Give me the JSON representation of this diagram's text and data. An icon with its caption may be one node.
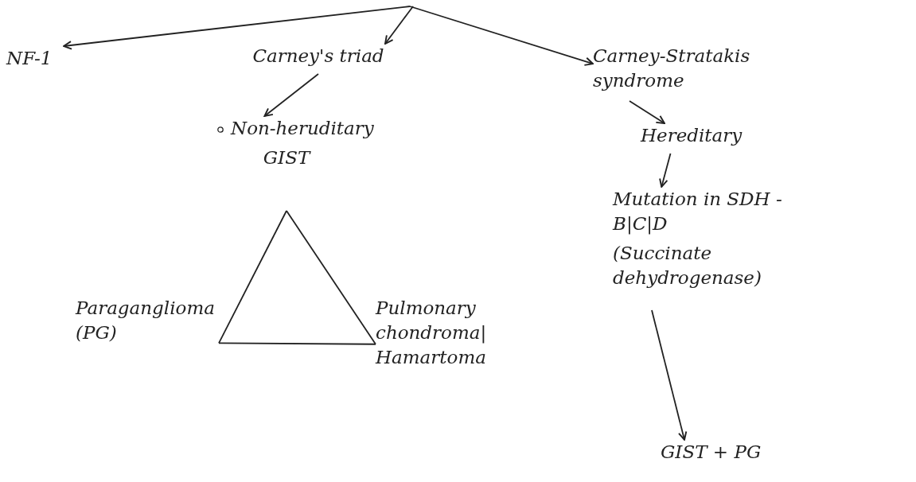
{
  "diagram": {
    "nodes": [
      {
        "text": [
          "NF-1"
        ]
      },
      {
        "text": [
          "Carney's triad"
        ]
      },
      {
        "text": [
          "Non-heruditary"
        ]
      },
      {
        "text": [
          "GIST"
        ]
      },
      {
        "text": [
          "Paraganglioma (PG)"
        ]
      },
      {
        "text": [
          "Pulmonary chondroma| Hamartoma"
        ]
      },
      {
        "text": [
          "Carney-Stratakis syndrome"
        ]
      },
      {
        "text": [
          "Hereditary"
        ]
      },
      {
        "text": [
          "Mutation in SDH - B|C|D",
          "(Succinate dehydrogenase)"
        ]
      },
      {
        "text": [
          "GIST + PG"
        ]
      }
    ],
    "edges": [
      {
        "from": null,
        "to": 0,
        "arrow": "to"
      },
      {
        "from": null,
        "to": 1,
        "arrow": "to"
      },
      {
        "from": null,
        "to": 6,
        "arrow": "to"
      },
      {
        "from": 1,
        "to": 2,
        "arrow": "to"
      },
      {
        "from": 3,
        "to": 4,
        "arrow": "none"
      },
      {
        "from": 4,
        "to": 5,
        "arrow": "none"
      },
      {
        "from": 5,
        "to": 3,
        "arrow": "none"
      },
      {
        "from": 6,
        "to": 7,
        "arrow": "to"
      },
      {
        "from": 7,
        "to": 8,
        "arrow": "to"
      },
      {
        "from": 8,
        "to": 9,
        "arrow": "to"
      }
    ]
  }
}
